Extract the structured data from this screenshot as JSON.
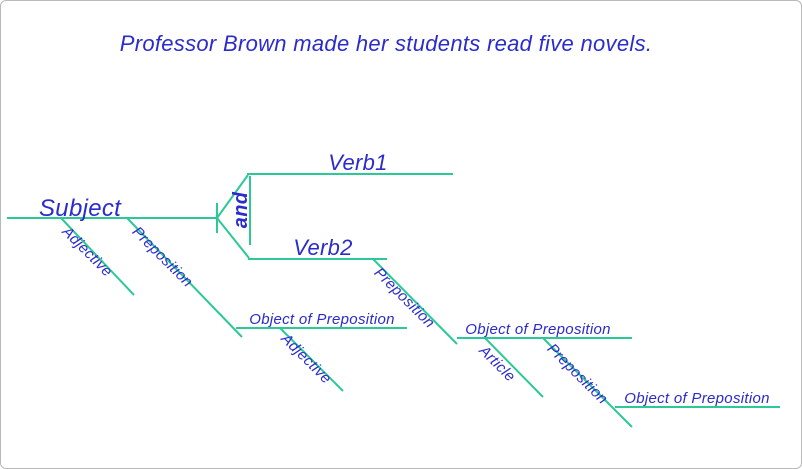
{
  "sentence": "Professor Brown made her students read five novels.",
  "colors": {
    "line": "#2cc997",
    "text": "#2b2bce"
  },
  "diagram": {
    "subject": {
      "label": "Subject"
    },
    "conjunction": {
      "label": "and"
    },
    "verb1": {
      "label": "Verb1"
    },
    "verb2": {
      "label": "Verb2"
    },
    "subject_modifiers": {
      "adjective": {
        "label": "Adjective"
      },
      "preposition": {
        "label": "Preposition"
      },
      "object_of_preposition": {
        "label": "Object of Preposition"
      },
      "object_adjective": {
        "label": "Adjective"
      }
    },
    "verb2_modifiers": {
      "preposition": {
        "label": "Preposition"
      },
      "object_of_preposition": {
        "label": "Object of Preposition"
      },
      "object_article": {
        "label": "Article"
      },
      "nested_preposition": {
        "label": "Preposition"
      },
      "nested_object_of_preposition": {
        "label": "Object of Preposition"
      }
    }
  }
}
